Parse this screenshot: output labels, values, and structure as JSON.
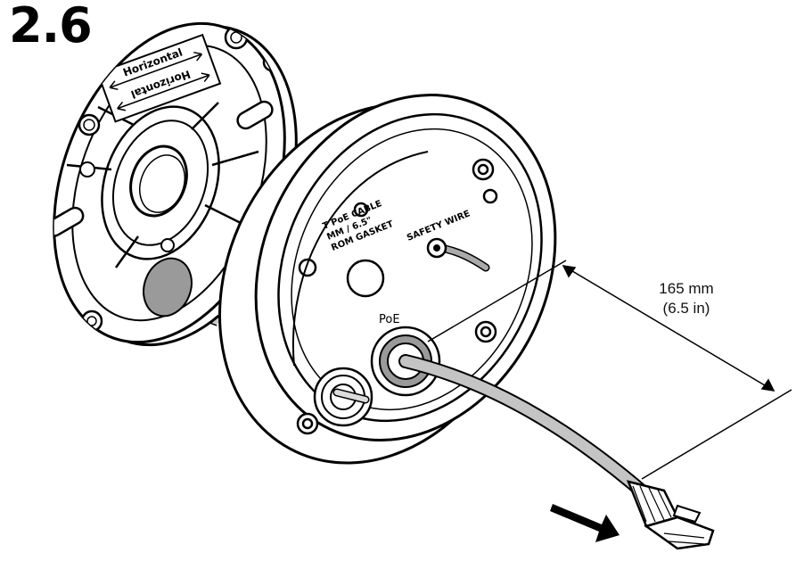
{
  "step": {
    "number": "2.6"
  },
  "plate": {
    "label_top": "Horizontal",
    "label_bottom": "Horizontal"
  },
  "box": {
    "cable_label_lines": [
      "T PoE CABLE",
      "MM / 6.5\"",
      "ROM GASKET"
    ],
    "safety_wire_label": "SAFETY WIRE",
    "poe_label": "PoE"
  },
  "dimension": {
    "metric": "165 mm",
    "imperial": "(6.5 in)"
  },
  "colors": {
    "ink": "#000000",
    "cable_gray": "#b5b5b5",
    "gasket_gray": "#9a9a9a",
    "paper": "#ffffff"
  },
  "icons": {
    "arrow": "pull-arrow-icon",
    "connector": "rj45-connector-icon"
  }
}
